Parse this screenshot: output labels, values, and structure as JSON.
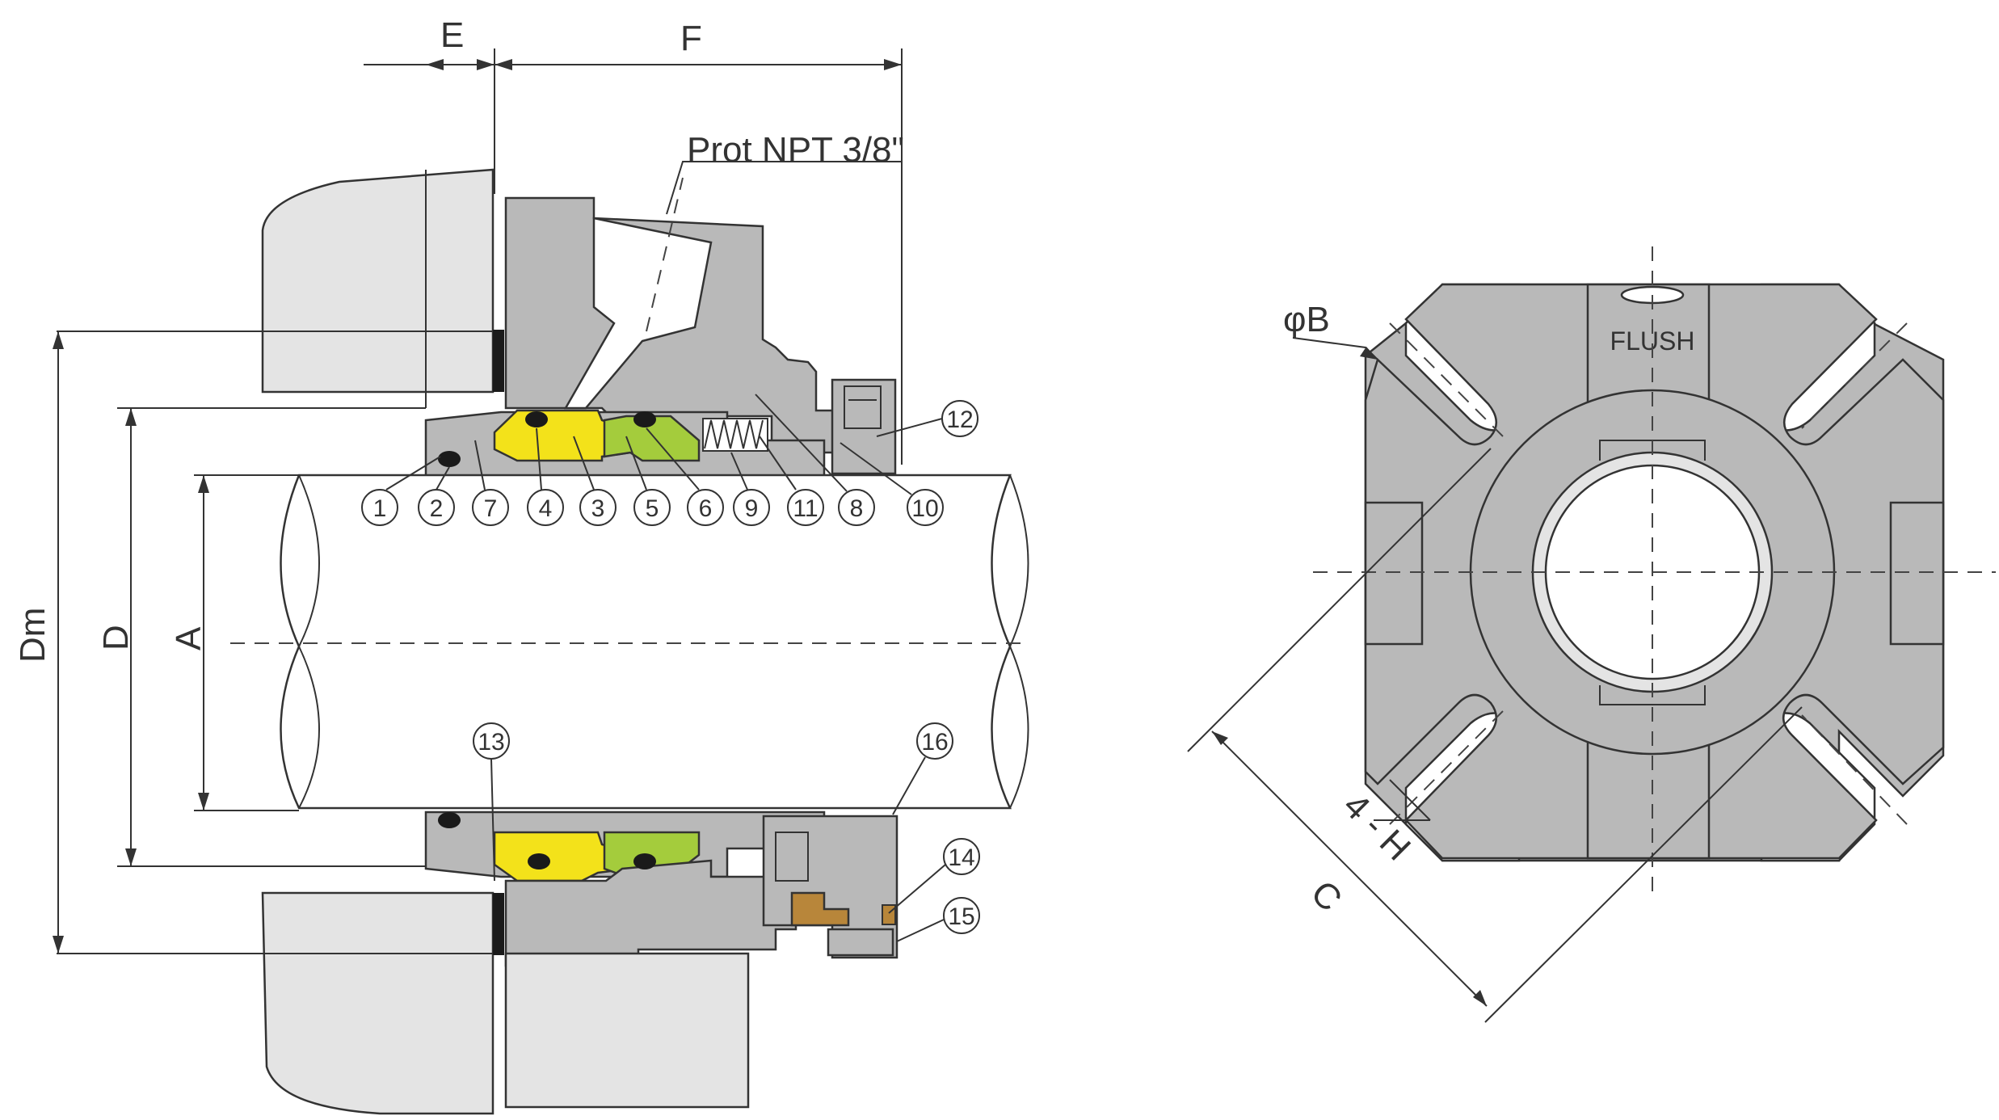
{
  "labels": {
    "dim_e": "E",
    "dim_f": "F",
    "dim_dm": "Dm",
    "dim_d": "D",
    "dim_a": "A",
    "dim_b": "φB",
    "dim_c": "C",
    "dim_h": "4 - H",
    "port": "Prot NPT 3/8\"",
    "flush": "FLUSH"
  },
  "parts": [
    "1",
    "2",
    "7",
    "4",
    "3",
    "5",
    "6",
    "9",
    "11",
    "8",
    "10",
    "12",
    "13",
    "14",
    "15",
    "16"
  ],
  "colors": {
    "gland": "#b9b9b9",
    "housing": "#e4e4e4",
    "shaft": "#ffffff",
    "rotary_face": "#f3e21a",
    "stationary_face": "#a4cc3c",
    "orings": "#1a1a1a",
    "brass": "#b8863a",
    "line": "#333333"
  }
}
